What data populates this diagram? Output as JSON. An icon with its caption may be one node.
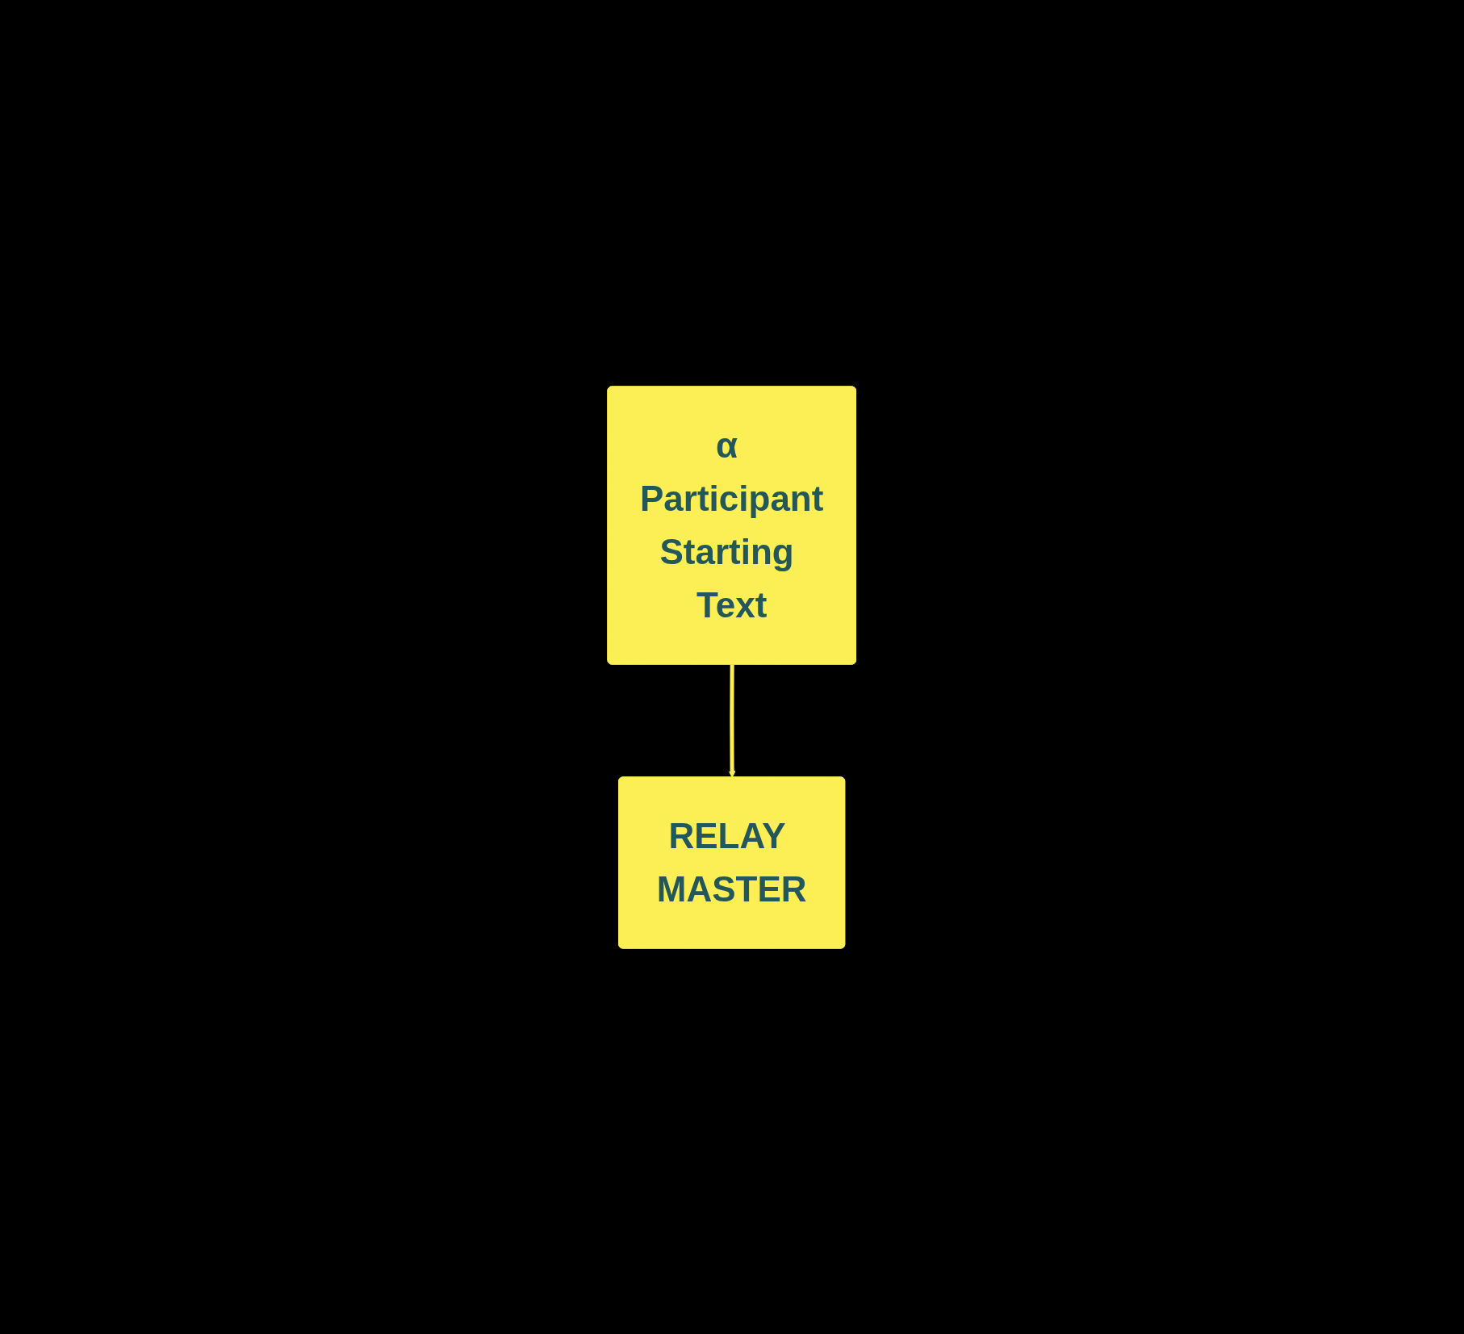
{
  "diagram": {
    "nodes": [
      {
        "text": [
          "α Participant",
          "Starting Text"
        ]
      },
      {
        "text": [
          "RELAY MASTER"
        ]
      }
    ],
    "edges": [
      {
        "from": 0,
        "to": 1,
        "arrow": "to"
      }
    ]
  }
}
